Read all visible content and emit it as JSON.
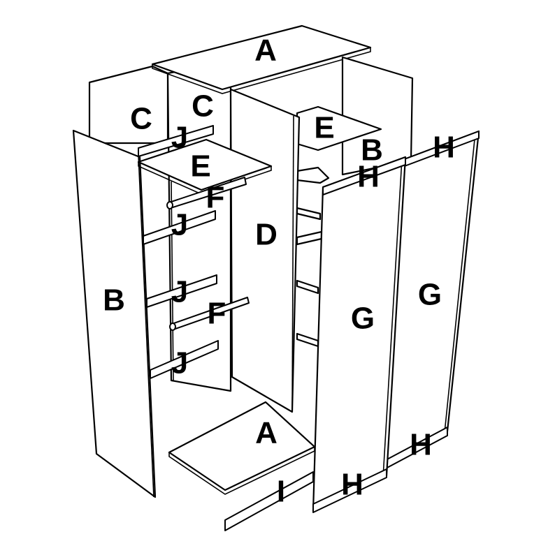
{
  "diagram": {
    "labels": {
      "top_panel": "A",
      "bottom_panel": "A",
      "back_left": "C",
      "back_right": "C",
      "shelf_top_left": "E",
      "shelf_top_right": "E",
      "side_right": "B",
      "side_left": "B",
      "top_rail_right_door_a": "H",
      "top_rail_right_door_b": "H",
      "rail_j1": "J",
      "rail_j2": "J",
      "rail_j3": "J",
      "rail_j4": "J",
      "hanger_upper": "F",
      "hanger_lower": "F",
      "divider": "D",
      "door_left": "G",
      "door_right": "G",
      "bottom_rail_right_door": "H",
      "bottom_rail_left_door": "H",
      "plinth": "I"
    }
  }
}
